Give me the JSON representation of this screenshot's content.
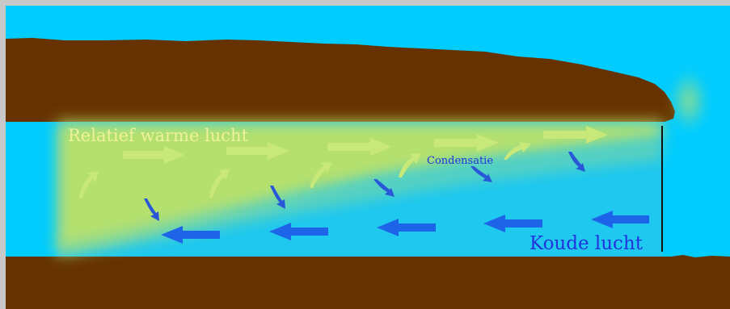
{
  "labels": {
    "warm_air": "Relatief warme lucht",
    "cold_air": "Koude lucht",
    "condensation": "Condensatie"
  },
  "colors": {
    "sky": "#00ccff",
    "earth": "#663300",
    "warm_zone": "#b5e06e",
    "cold_zone": "#1ec8ef",
    "warm_arrow": "#c8e87a",
    "cold_arrow": "#1e64e8",
    "frame": "#c8c8c8"
  }
}
